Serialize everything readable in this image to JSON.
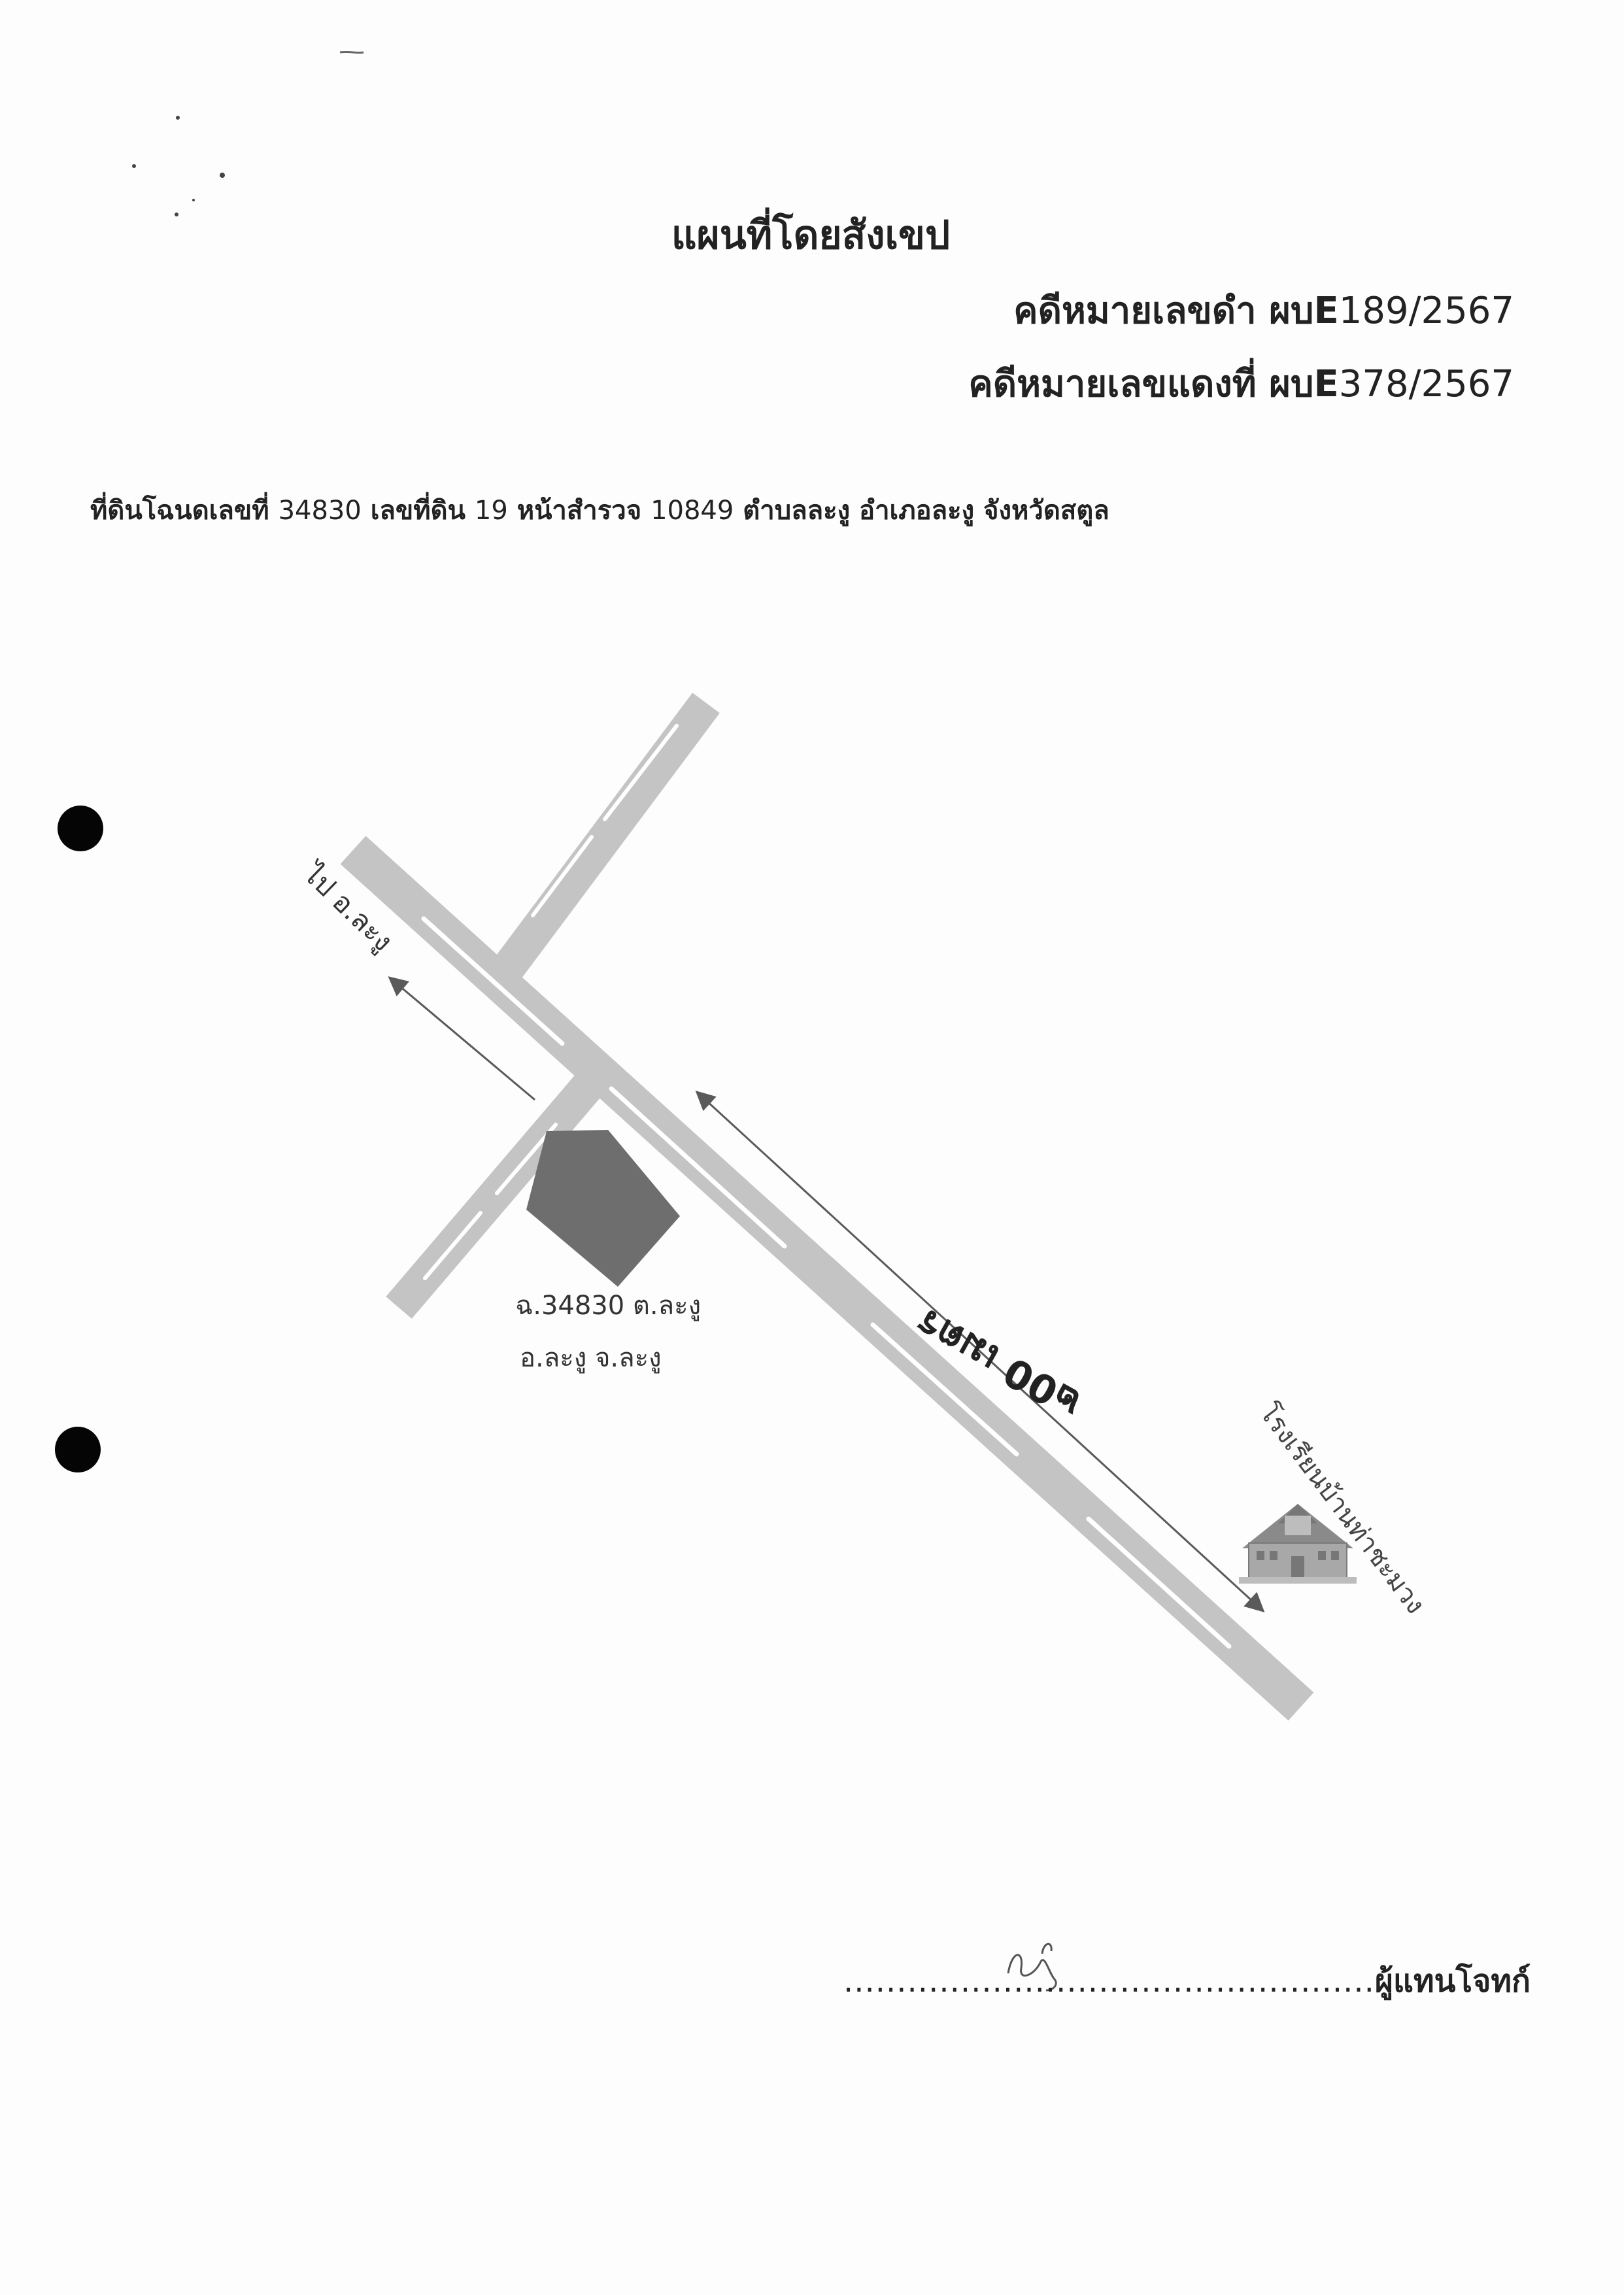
{
  "document": {
    "title": "แผนที่โดยสังเขป",
    "case_black": {
      "label": "คดีหมายเลขดำ ผบE",
      "number": "189/2567"
    },
    "case_red": {
      "label": "คดีหมายเลขแดงที่ ผบE",
      "number": "378/2567"
    },
    "land_description": {
      "part1": "ที่ดินโฉนดเลขที่ ",
      "deed_no": "34830",
      "part2": " เลขที่ดิน ",
      "land_no": "19",
      "part3": " หน้าสำรวจ ",
      "survey_page": "10849",
      "part4": " ตำบลละงู อำเภอละงู จังหวัดสตูล"
    }
  },
  "map": {
    "direction_label": "ไป อ.ละงู",
    "distance_label": "๒00 เมตร",
    "parcel_label_line1": "ฉ.34830 ต.ละงู",
    "parcel_label_line2": "อ.ละงู จ.ละงู",
    "school_label": "โรงเรียนบ้านท่าชะมวง",
    "colors": {
      "road": "#c4c4c4",
      "road_dash": "#ffffff",
      "parcel": "#6e6e6e",
      "arrow": "#5a5a5a",
      "school": "#9a9a9a"
    },
    "icons": [
      "school-building-icon",
      "punch-hole-icon"
    ]
  },
  "signature": {
    "dots_left": "............................",
    "dots_right": "......................",
    "role": "ผู้แทนโจทก์"
  }
}
